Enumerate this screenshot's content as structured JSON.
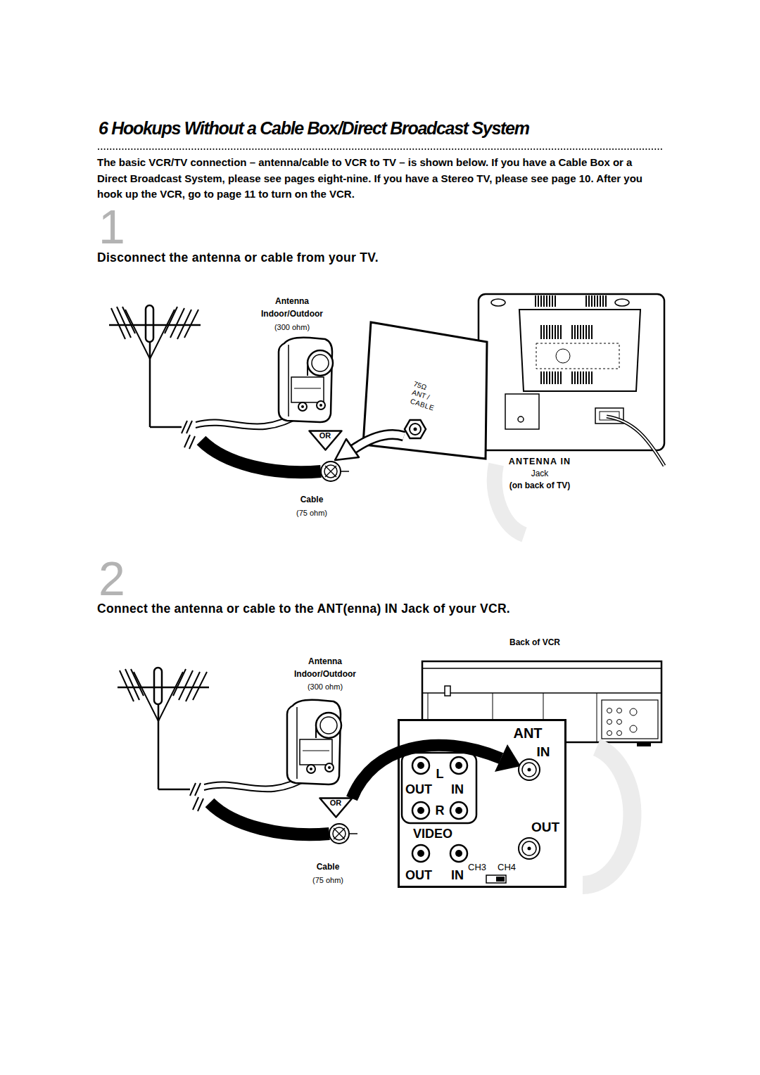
{
  "diagram": {
    "title": "6 Hookups Without a Cable Box/Direct Broadcast System",
    "nodes": [
      {
        "text": [
          "OR"
        ]
      },
      {
        "text": [
          "ANT",
          "IN",
          "L",
          "OUT",
          "IN",
          "R",
          "VIDEO",
          "OUT",
          "OUT",
          "IN",
          "CH3",
          "CH4"
        ]
      },
      {
        "text": [
          "OR"
        ]
      }
    ],
    "labels": [
      "The basic VCR/TV connection – antenna/cable to VCR to TV – is shown below. If you have a Cable Box or a Direct Broadcast System, please see pages eight-nine. If you have a Stereo TV, please see page 10. After you hook up the VCR, go to page 11 to turn on the VCR.",
      "1",
      "Disconnect the antenna or cable from your TV.",
      "Antenna",
      "Indoor/Outdoor",
      "(300 ohm)",
      "75Ω",
      "ANT /",
      "CABLE",
      "ANTENNA IN",
      "Jack",
      "(on back of TV)",
      "Cable",
      "(75 ohm)",
      "2",
      "Connect the antenna or cable to the ANT(enna) IN Jack of your VCR.",
      "Back of VCR",
      "Antenna",
      "Indoor/Outdoor",
      "(300 ohm)",
      "Cable",
      "(75 ohm)"
    ]
  }
}
